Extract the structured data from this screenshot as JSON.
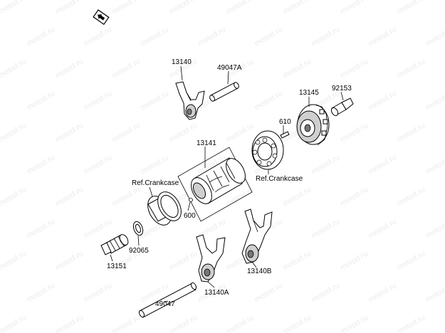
{
  "watermark": "motod.ru",
  "labels": {
    "l13140": "13140",
    "l49047A": "49047A",
    "l13145": "13145",
    "l92153": "92153",
    "l610": "610",
    "l13141": "13141",
    "lRefCrankcaseRight": "Ref.Crankcase",
    "lRefCrankcaseLeft": "Ref.Crankcase",
    "l600": "600",
    "l92065": "92065",
    "l13151": "13151",
    "l13140B": "13140B",
    "l13140A": "13140A",
    "l49047": "49047"
  },
  "icons": {
    "front_arrow": "front-arrow-icon"
  }
}
